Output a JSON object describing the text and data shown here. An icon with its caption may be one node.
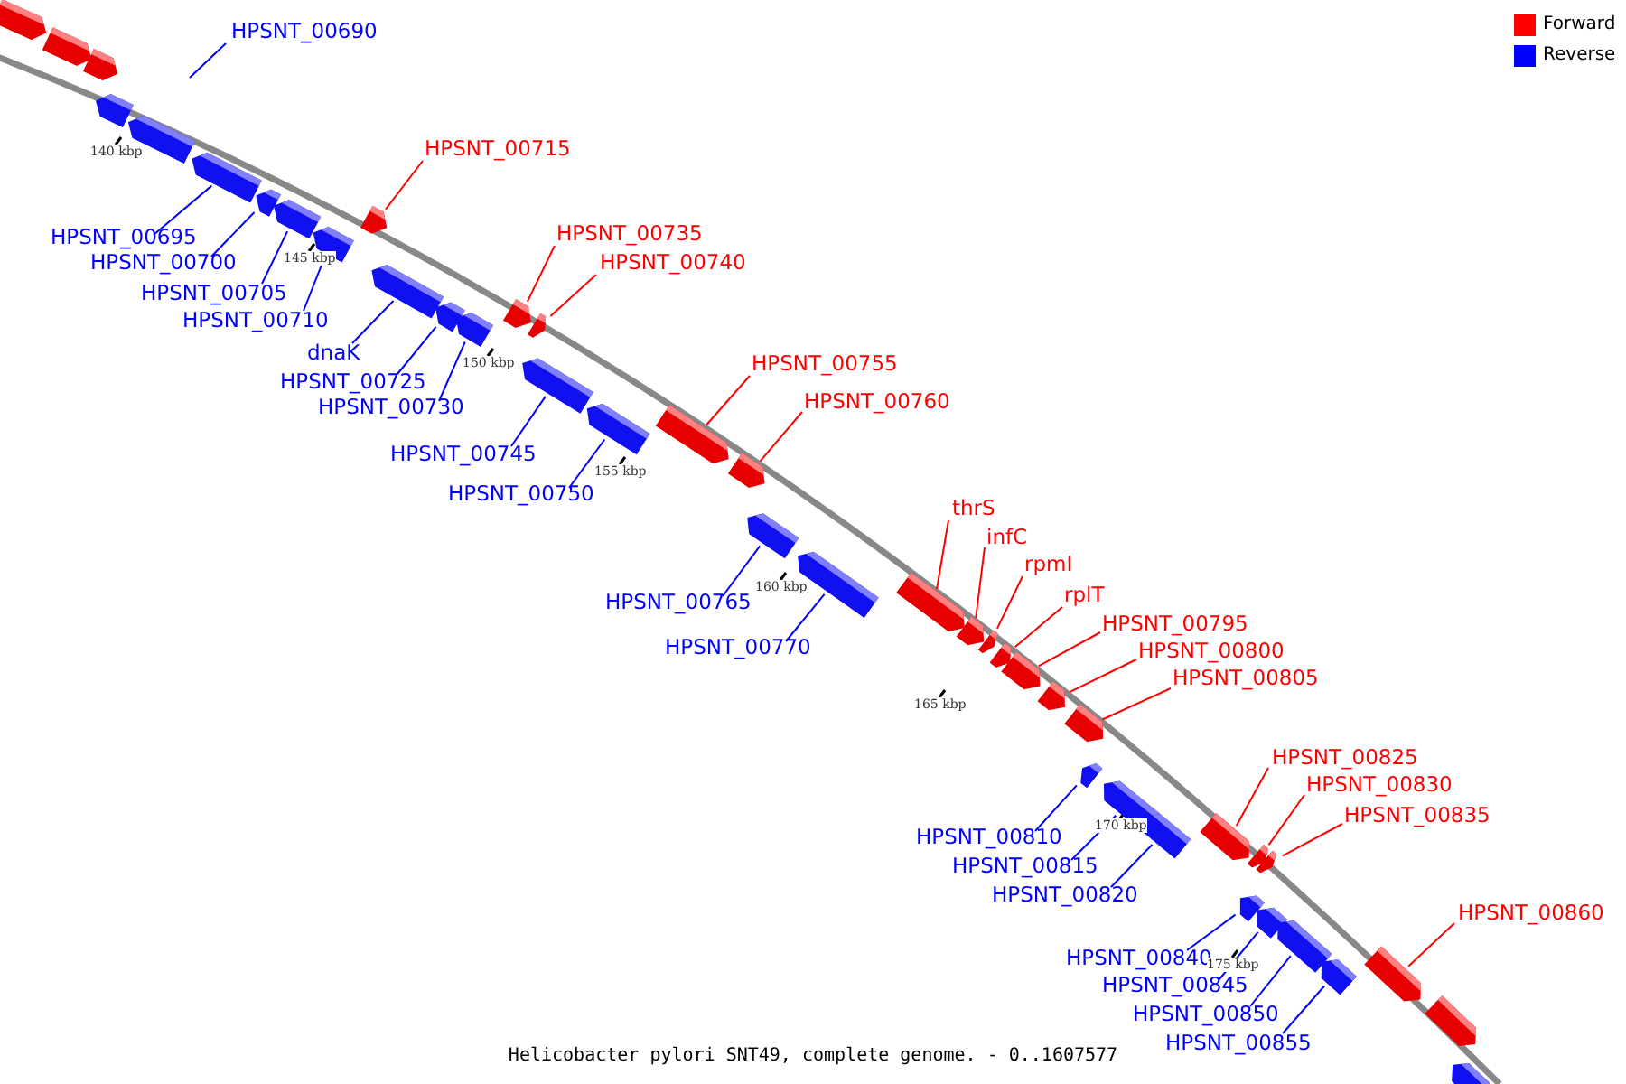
{
  "diagram": {
    "caption": "Helicobacter pylori SNT49, complete genome. - 0..1607577",
    "nodes": [
      {
        "text": [],
        "shape": "arrow"
      },
      {
        "text": [],
        "shape": "arrow"
      },
      {
        "text": [],
        "shape": "arrow"
      },
      {
        "text": [],
        "shape": "arrow"
      },
      {
        "text": [],
        "shape": "arrow"
      },
      {
        "text": [
          "HPSNT_00690"
        ]
      },
      {
        "text": [
          "HPSNT_00695"
        ]
      },
      {
        "text": [],
        "shape": "arrow"
      },
      {
        "text": [
          "HPSNT_00700"
        ]
      },
      {
        "text": [],
        "shape": "arrow"
      },
      {
        "text": [
          "HPSNT_00705"
        ]
      },
      {
        "text": [],
        "shape": "arrow"
      },
      {
        "text": [
          "HPSNT_00710"
        ]
      },
      {
        "text": [],
        "shape": "arrow"
      },
      {
        "text": [
          "HPSNT_00715"
        ]
      },
      {
        "text": [],
        "shape": "arrow"
      },
      {
        "text": [
          "dnaK"
        ]
      },
      {
        "text": [],
        "shape": "arrow"
      },
      {
        "text": [
          "HPSNT_00725"
        ]
      },
      {
        "text": [],
        "shape": "arrow"
      },
      {
        "text": [
          "HPSNT_00730"
        ]
      },
      {
        "text": [],
        "shape": "arrow"
      },
      {
        "text": [
          "HPSNT_00735"
        ]
      },
      {
        "text": [],
        "shape": "arrow"
      },
      {
        "text": [
          "HPSNT_00740"
        ]
      },
      {
        "text": [],
        "shape": "arrow"
      },
      {
        "text": [
          "HPSNT_00745"
        ]
      },
      {
        "text": [],
        "shape": "arrow"
      },
      {
        "text": [
          "HPSNT_00750"
        ]
      },
      {
        "text": [],
        "shape": "arrow"
      },
      {
        "text": [
          "HPSNT_00755"
        ]
      },
      {
        "text": [],
        "shape": "arrow"
      },
      {
        "text": [
          "HPSNT_00760"
        ]
      },
      {
        "text": [],
        "shape": "arrow"
      },
      {
        "text": [
          "HPSNT_00765"
        ]
      },
      {
        "text": [],
        "shape": "arrow"
      },
      {
        "text": [
          "HPSNT_00770"
        ]
      },
      {
        "text": [],
        "shape": "arrow"
      },
      {
        "text": [
          "thrS"
        ]
      },
      {
        "text": [],
        "shape": "arrow"
      },
      {
        "text": [
          "infC"
        ]
      },
      {
        "text": [],
        "shape": "arrow"
      },
      {
        "text": [
          "rpmI"
        ]
      },
      {
        "text": [],
        "shape": "arrow"
      },
      {
        "text": [
          "rplT"
        ]
      },
      {
        "text": [],
        "shape": "arrow"
      },
      {
        "text": [
          "HPSNT_00795"
        ]
      },
      {
        "text": [],
        "shape": "arrow"
      },
      {
        "text": [
          "HPSNT_00800"
        ]
      },
      {
        "text": [],
        "shape": "arrow"
      },
      {
        "text": [
          "HPSNT_00805"
        ]
      },
      {
        "text": [],
        "shape": "arrow"
      },
      {
        "text": [
          "HPSNT_00810"
        ]
      },
      {
        "text": [],
        "shape": "arrow"
      },
      {
        "text": [
          "HPSNT_00815"
        ]
      },
      {
        "text": [],
        "shape": "arrow"
      },
      {
        "text": [
          "HPSNT_00820"
        ]
      },
      {
        "text": [],
        "shape": "arrow"
      },
      {
        "text": [
          "HPSNT_00825"
        ]
      },
      {
        "text": [],
        "shape": "arrow"
      },
      {
        "text": [
          "HPSNT_00830"
        ]
      },
      {
        "text": [],
        "shape": "arrow"
      },
      {
        "text": [
          "HPSNT_00835"
        ]
      },
      {
        "text": [],
        "shape": "arrow"
      },
      {
        "text": [
          "HPSNT_00840"
        ]
      },
      {
        "text": [],
        "shape": "arrow"
      },
      {
        "text": [
          "HPSNT_00845"
        ]
      },
      {
        "text": [],
        "shape": "arrow"
      },
      {
        "text": [
          "HPSNT_00850"
        ]
      },
      {
        "text": [],
        "shape": "arrow"
      },
      {
        "text": [
          "HPSNT_00855"
        ]
      },
      {
        "text": [],
        "shape": "arrow"
      },
      {
        "text": [
          "HPSNT_00860"
        ]
      },
      {
        "text": [],
        "shape": "arrow"
      },
      {
        "text": [],
        "shape": "arrow"
      },
      {
        "text": [],
        "shape": "arrow"
      }
    ],
    "edges": [
      {
        "from": 5,
        "to": null,
        "arrow": "none"
      },
      {
        "from": 6,
        "to": 7,
        "arrow": "none"
      },
      {
        "from": 8,
        "to": 9,
        "arrow": "none"
      },
      {
        "from": 10,
        "to": 11,
        "arrow": "none"
      },
      {
        "from": 12,
        "to": 13,
        "arrow": "none"
      },
      {
        "from": 14,
        "to": 15,
        "arrow": "none",
        "color": "#ff0000"
      },
      {
        "from": 16,
        "to": 17,
        "arrow": "none"
      },
      {
        "from": 18,
        "to": 19,
        "arrow": "none"
      },
      {
        "from": 20,
        "to": 21,
        "arrow": "none"
      },
      {
        "from": 22,
        "to": 23,
        "arrow": "none",
        "color": "#ff0000"
      },
      {
        "from": 24,
        "to": 25,
        "arrow": "none",
        "color": "#ff0000"
      },
      {
        "from": 26,
        "to": 27,
        "arrow": "none"
      },
      {
        "from": 28,
        "to": 29,
        "arrow": "none"
      },
      {
        "from": 30,
        "to": 31,
        "arrow": "none",
        "color": "#ff0000"
      },
      {
        "from": 32,
        "to": 33,
        "arrow": "none",
        "color": "#ff0000"
      },
      {
        "from": 34,
        "to": 35,
        "arrow": "none"
      },
      {
        "from": 36,
        "to": 37,
        "arrow": "none"
      },
      {
        "from": 38,
        "to": 39,
        "arrow": "none",
        "color": "#ff0000"
      },
      {
        "from": 40,
        "to": 41,
        "arrow": "none",
        "color": "#ff0000"
      },
      {
        "from": 42,
        "to": 43,
        "arrow": "none",
        "color": "#ff0000"
      },
      {
        "from": 44,
        "to": 45,
        "arrow": "none",
        "color": "#ff0000"
      },
      {
        "from": 46,
        "to": 47,
        "arrow": "none",
        "color": "#ff0000"
      },
      {
        "from": 48,
        "to": 49,
        "arrow": "none",
        "color": "#ff0000"
      },
      {
        "from": 50,
        "to": 51,
        "arrow": "none",
        "color": "#ff0000"
      },
      {
        "from": 52,
        "to": 53,
        "arrow": "none"
      },
      {
        "from": 54,
        "to": 55,
        "arrow": "none"
      },
      {
        "from": 56,
        "to": 57,
        "arrow": "none"
      },
      {
        "from": 58,
        "to": 59,
        "arrow": "none",
        "color": "#ff0000"
      },
      {
        "from": 60,
        "to": 61,
        "arrow": "none",
        "color": "#ff0000"
      },
      {
        "from": 62,
        "to": 63,
        "arrow": "none",
        "color": "#ff0000"
      },
      {
        "from": 64,
        "to": 65,
        "arrow": "none"
      },
      {
        "from": 66,
        "to": 67,
        "arrow": "none"
      },
      {
        "from": 68,
        "to": 69,
        "arrow": "none"
      },
      {
        "from": 70,
        "to": 71,
        "arrow": "none"
      },
      {
        "from": 72,
        "to": 73,
        "arrow": "none",
        "color": "#ff0000"
      }
    ],
    "labels": [
      "140 kbp",
      "145 kbp",
      "150 kbp",
      "155 kbp",
      "160 kbp",
      "165 kbp",
      "170 kbp",
      "175 kbp"
    ],
    "legend": [
      {
        "text": "Forward",
        "color": "#ff0000"
      },
      {
        "text": "Reverse",
        "color": "#0000ff"
      }
    ]
  }
}
